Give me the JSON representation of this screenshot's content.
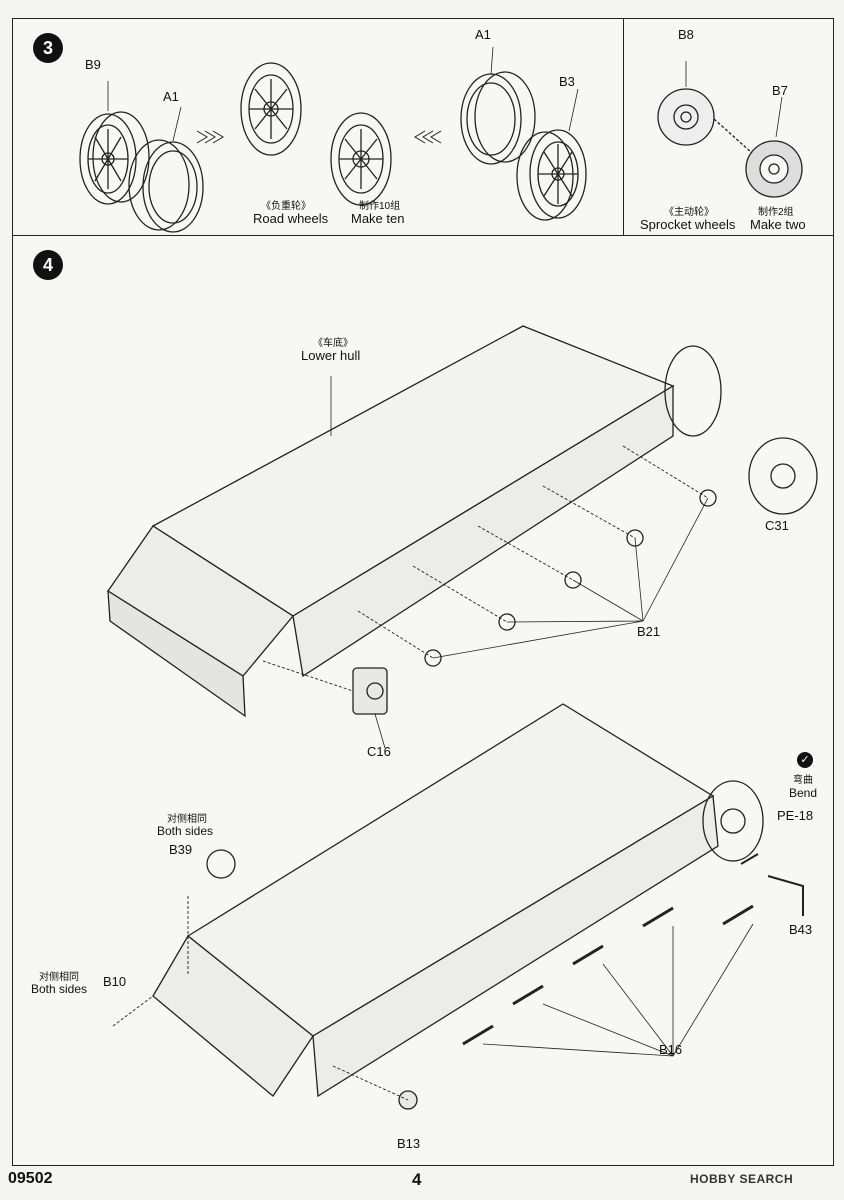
{
  "steps": {
    "three": "3",
    "four": "4"
  },
  "step3": {
    "part_b9": "B9",
    "part_a1_left": "A1",
    "part_a1_right": "A1",
    "part_b3": "B3",
    "road_wheels_cn": "《负重轮》",
    "road_wheels_en": "Road  wheels",
    "make_ten_cn": "制作10组",
    "make_ten_en": "Make ten",
    "part_b8": "B8",
    "part_b7": "B7",
    "sprocket_cn": "《主动轮》",
    "sprocket_en": "Sprocket wheels",
    "make_two_cn": "制作2组",
    "make_two_en": "Make two"
  },
  "step4": {
    "lower_hull_cn": "《车底》",
    "lower_hull_en": "Lower hull",
    "part_c31": "C31",
    "part_b21": "B21",
    "part_c16": "C16",
    "bend_cn": "弯曲",
    "bend_en": "Bend",
    "part_pe18": "PE-18",
    "part_b43": "B43",
    "both_sides_cn_1": "对侧相同",
    "both_sides_en_1": "Both sides",
    "part_b39": "B39",
    "both_sides_cn_2": "对侧相同",
    "both_sides_en_2": "Both sides",
    "part_b10": "B10",
    "part_b16": "B16",
    "part_b13": "B13"
  },
  "footer": {
    "kit_number": "09502",
    "page_number": "4",
    "watermark": "HOBBY SEARCH"
  },
  "icons": {
    "bend": "bend-icon",
    "arrow": "assembly-arrow-icon"
  }
}
